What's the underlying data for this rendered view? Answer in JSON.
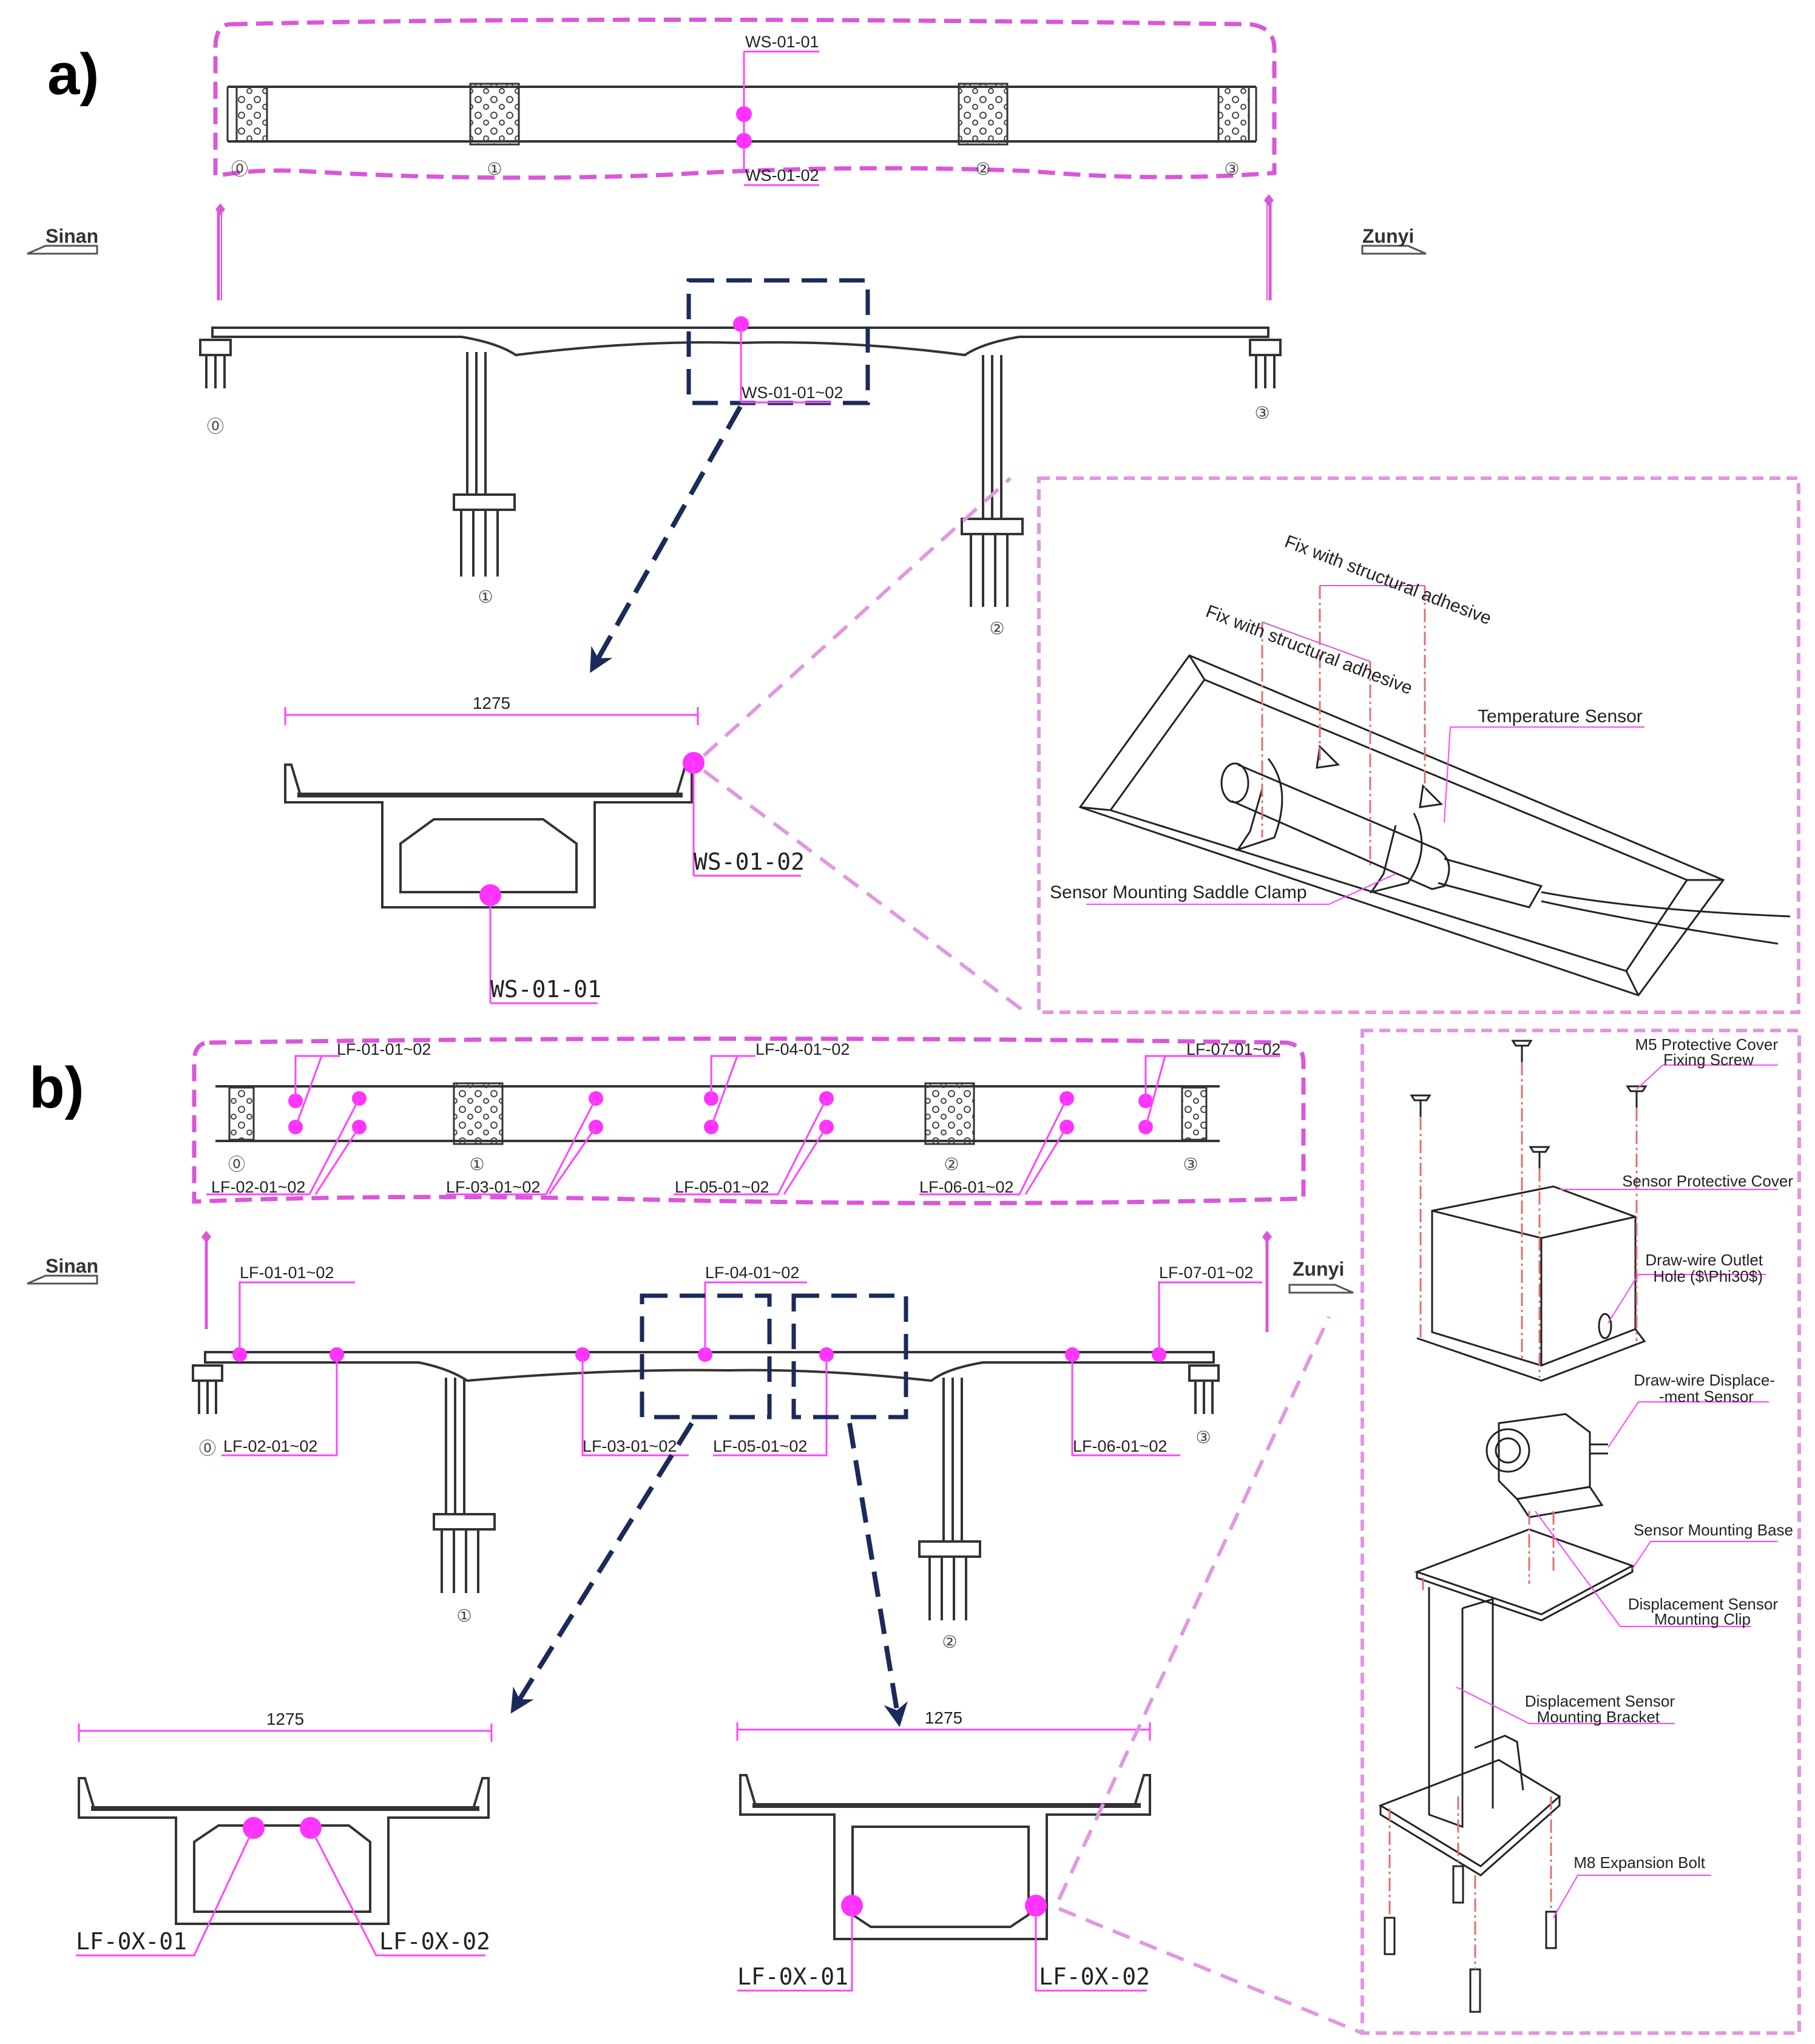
{
  "colors": {
    "sensor": "#ff33ff",
    "annotation": "#d957d9",
    "leader": "#ff44ff",
    "callout": "#1a2a5a",
    "structure": "#333333",
    "hidden": "#e07070"
  },
  "panels": {
    "a": "a)",
    "b": "b)"
  },
  "directions": {
    "left": "Sinan",
    "right": "Zunyi"
  },
  "piers": [
    "⓪",
    "①",
    "②",
    "③"
  ],
  "a": {
    "plan_top_label": "WS-01-01",
    "plan_bottom_label": "WS-01-02",
    "elevation_label": "WS-01-01~02",
    "section_width": "1275",
    "section_label_top": "WS-01-02",
    "section_label_bottom": "WS-01-01",
    "detail": {
      "adhesive_1": "Fix with structural adhesive",
      "adhesive_2": "Fix with structural adhesive",
      "temperature_sensor": "Temperature Sensor",
      "saddle_clamp": "Sensor Mounting Saddle Clamp"
    }
  },
  "b": {
    "plan_labels_top": [
      "LF-01-01~02",
      "LF-04-01~02",
      "LF-07-01~02"
    ],
    "plan_labels_bottom": [
      "LF-02-01~02",
      "LF-03-01~02",
      "LF-05-01~02",
      "LF-06-01~02"
    ],
    "elev_labels_top": [
      "LF-01-01~02",
      "LF-04-01~02",
      "LF-07-01~02"
    ],
    "elev_labels_bottom": [
      "LF-02-01~02",
      "LF-03-01~02",
      "LF-05-01~02",
      "LF-06-01~02"
    ],
    "section1": {
      "width": "1275",
      "label_left": "LF-0X-01",
      "label_right": "LF-0X-02"
    },
    "section2": {
      "width": "1275",
      "label_left": "LF-0X-01",
      "label_right": "LF-0X-02"
    },
    "detail": {
      "screw_1": "M5 Protective Cover",
      "screw_2": "Fixing Screw",
      "cover": "Sensor Protective Cover",
      "outlet_1": "Draw-wire Outlet",
      "outlet_2": "Hole ($\\Phi30$)",
      "sensor_1": "Draw-wire Displace-",
      "sensor_2": "-ment Sensor",
      "base": "Sensor Mounting Base",
      "clip_1": "Displacement Sensor",
      "clip_2": "Mounting Clip",
      "bracket_1": "Displacement Sensor",
      "bracket_2": "Mounting Bracket",
      "bolt": "M8 Expansion Bolt"
    }
  }
}
